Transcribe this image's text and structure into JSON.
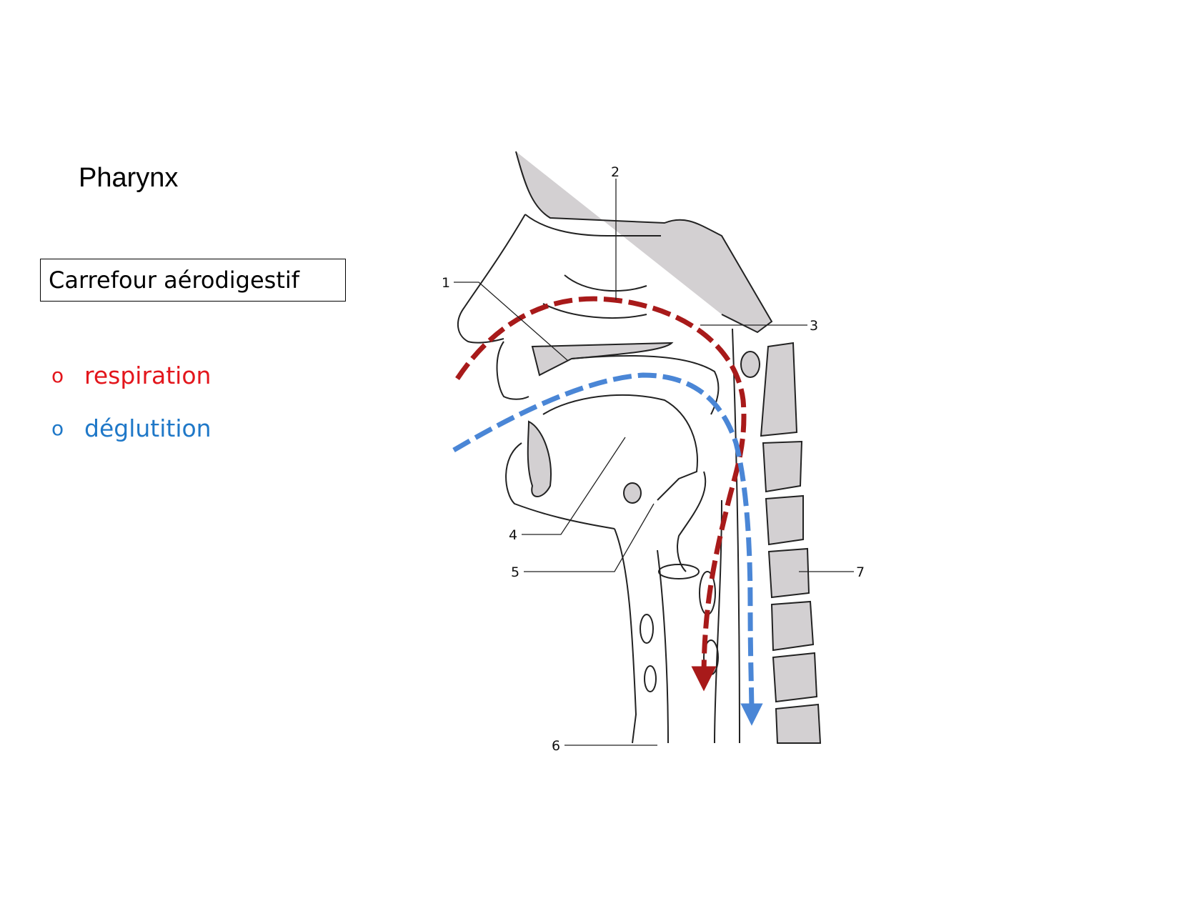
{
  "slide": {
    "title": "Pharynx",
    "box_label": "Carrefour aérodigestif",
    "bullet_marker": "o",
    "bullets": [
      {
        "label": "respiration",
        "color": "#e3161c"
      },
      {
        "label": "déglutition",
        "color": "#1f78c8"
      }
    ]
  },
  "diagram": {
    "labels": [
      "1",
      "2",
      "3",
      "4",
      "5",
      "6",
      "7"
    ],
    "colors": {
      "respiration_path": "#a81a1a",
      "deglutition_path": "#4a86d6",
      "bone_fill": "#d3d0d2"
    }
  }
}
